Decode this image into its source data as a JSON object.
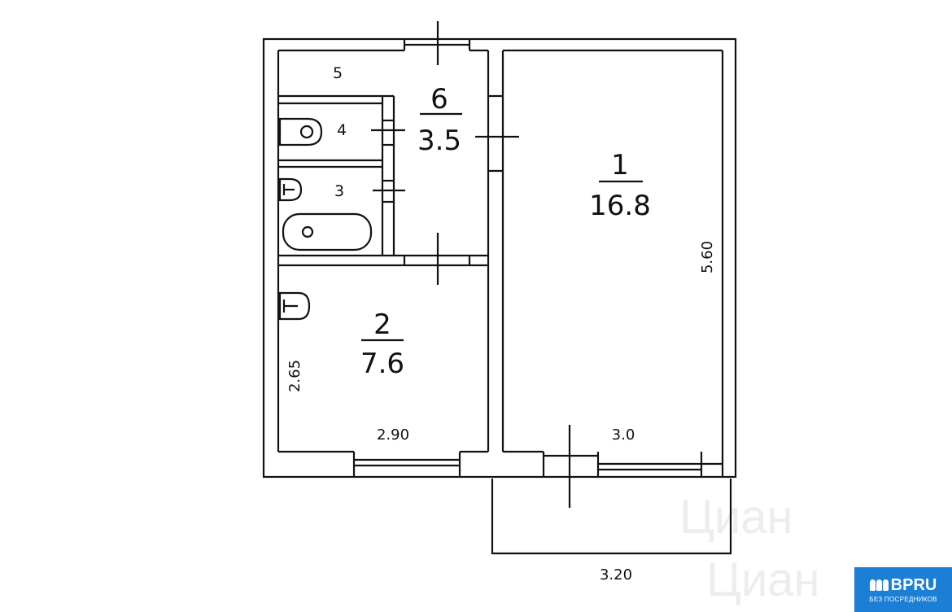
{
  "rooms": [
    {
      "id": "1",
      "number": "1",
      "area": "16.8"
    },
    {
      "id": "2",
      "number": "2",
      "area": "7.6"
    },
    {
      "id": "6",
      "number": "6",
      "area": "3.5"
    },
    {
      "id": "3",
      "number": "3"
    },
    {
      "id": "4",
      "number": "4"
    },
    {
      "id": "5",
      "number": "5"
    }
  ],
  "dimensions": {
    "room1_length": "5.60",
    "room1_width": "3.0",
    "room2_length": "2.65",
    "room2_width": "2.90",
    "balcony_width": "3.20"
  },
  "watermark": {
    "text": "Циан"
  },
  "badge": {
    "brand": "BPRU",
    "tagline": "БЕЗ ПОСРЕДНИКОВ",
    "brand_color": "#1b7fd6"
  }
}
